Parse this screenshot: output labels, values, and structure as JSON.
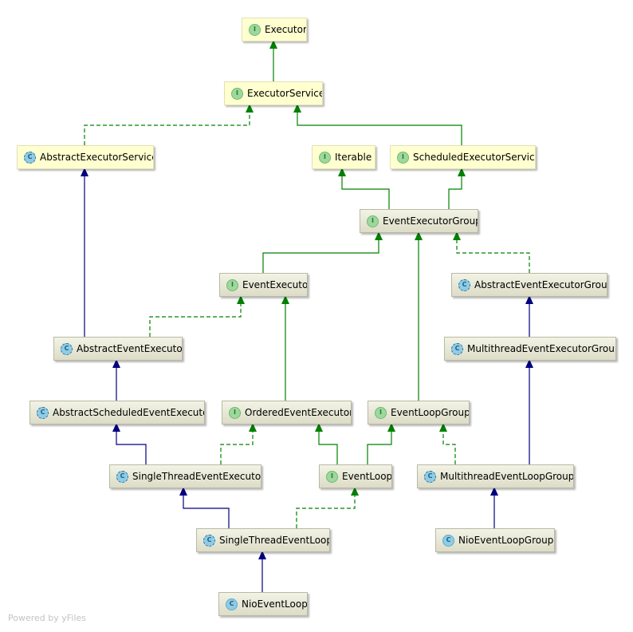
{
  "nodes": {
    "executor": {
      "label": "Executor",
      "kind": "I"
    },
    "executor_service": {
      "label": "ExecutorService",
      "kind": "I"
    },
    "abstract_executor_service": {
      "label": "AbstractExecutorService",
      "kind": "C"
    },
    "iterable": {
      "label": "Iterable",
      "kind": "I"
    },
    "scheduled_executor_service": {
      "label": "ScheduledExecutorService",
      "kind": "I"
    },
    "event_executor_group": {
      "label": "EventExecutorGroup",
      "kind": "I"
    },
    "event_executor": {
      "label": "EventExecutor",
      "kind": "I"
    },
    "abstract_event_executor_group": {
      "label": "AbstractEventExecutorGroup",
      "kind": "C"
    },
    "abstract_event_executor": {
      "label": "AbstractEventExecutor",
      "kind": "C"
    },
    "multithread_event_executor_group": {
      "label": "MultithreadEventExecutorGroup",
      "kind": "C"
    },
    "abstract_scheduled_event_executor": {
      "label": "AbstractScheduledEventExecutor",
      "kind": "C"
    },
    "ordered_event_executor": {
      "label": "OrderedEventExecutor",
      "kind": "I"
    },
    "event_loop_group": {
      "label": "EventLoopGroup",
      "kind": "I"
    },
    "single_thread_event_executor": {
      "label": "SingleThreadEventExecutor",
      "kind": "C"
    },
    "event_loop": {
      "label": "EventLoop",
      "kind": "I"
    },
    "multithread_event_loop_group": {
      "label": "MultithreadEventLoopGroup",
      "kind": "C"
    },
    "single_thread_event_loop": {
      "label": "SingleThreadEventLoop",
      "kind": "C"
    },
    "nio_event_loop_group": {
      "label": "NioEventLoopGroup",
      "kind": "C"
    },
    "nio_event_loop": {
      "label": "NioEventLoop",
      "kind": "C"
    }
  },
  "badges": {
    "interface": "I",
    "class": "C"
  },
  "colors": {
    "implements": "#008000",
    "extends": "#000080"
  },
  "footer": "Powered by yFiles"
}
